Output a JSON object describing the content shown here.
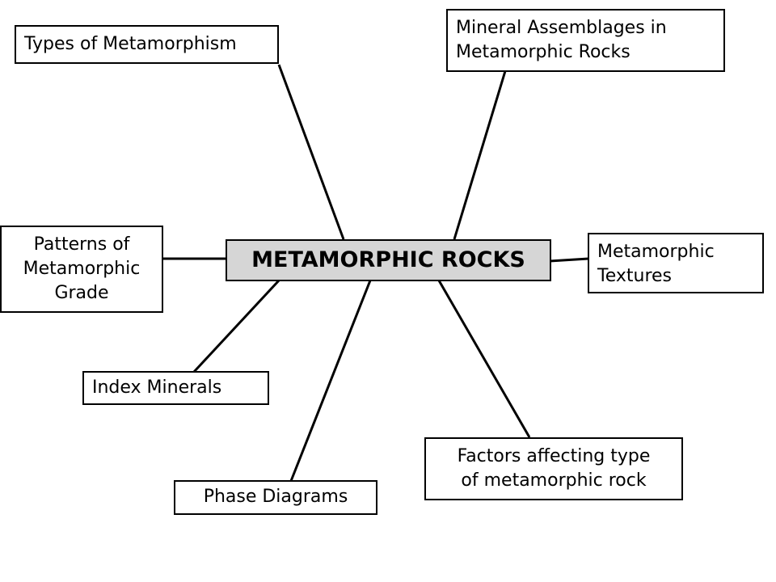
{
  "center": {
    "label": "METAMORPHIC ROCKS"
  },
  "nodes": {
    "types": {
      "label": "Types of Metamorphism"
    },
    "assemblages": {
      "line1": "Mineral Assemblages in",
      "line2": "Metamorphic Rocks"
    },
    "patterns": {
      "line1": "Patterns of",
      "line2": "Metamorphic",
      "line3": "Grade"
    },
    "textures": {
      "line1": "Metamorphic",
      "line2": "Textures"
    },
    "index": {
      "label": "Index Minerals"
    },
    "factors": {
      "line1": "Factors affecting type",
      "line2": "of metamorphic rock"
    },
    "phase": {
      "label": "Phase Diagrams"
    }
  }
}
